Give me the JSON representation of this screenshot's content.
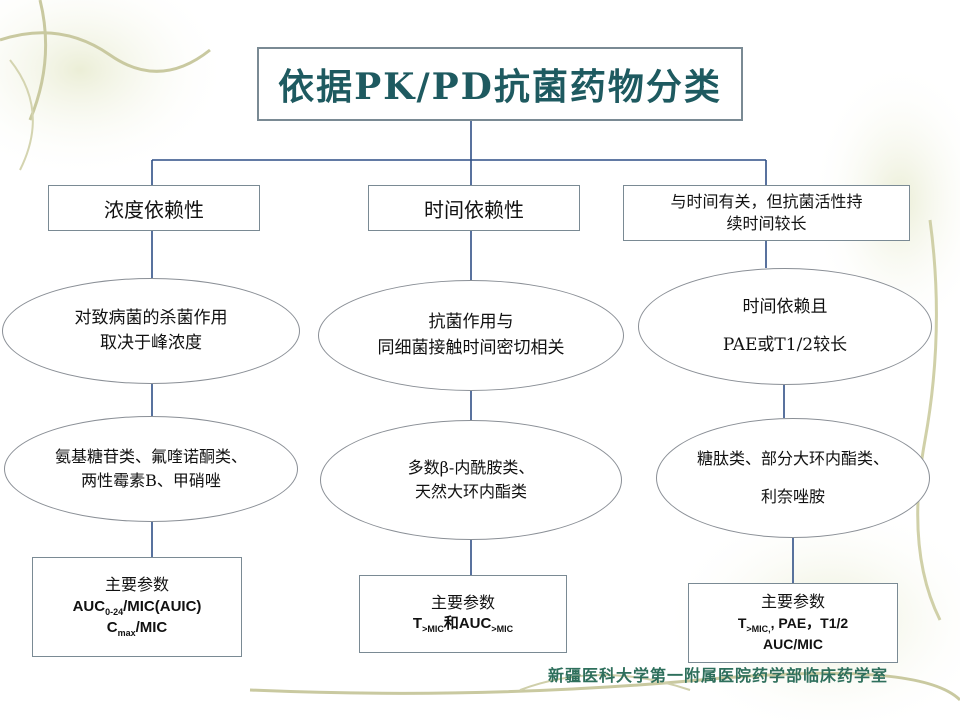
{
  "title": "依据PK/PD抗菌药物分类",
  "columns": [
    {
      "heading": [
        "浓度依赖性"
      ],
      "mechanism": [
        "对致病菌的杀菌作用",
        "取决于峰浓度"
      ],
      "drugs": [
        "氨基糖苷类、氟喹诺酮类、",
        "两性霉素B、甲硝唑"
      ],
      "params_label": "主要参数",
      "params": [
        {
          "pre": "AUC",
          "sub": "0-24",
          "post": "/MIC(AUIC)"
        },
        {
          "pre": "C",
          "sub": "max",
          "post": "/MIC"
        }
      ]
    },
    {
      "heading": [
        "时间依赖性"
      ],
      "mechanism": [
        "抗菌作用与",
        "同细菌接触时间密切相关"
      ],
      "drugs": [
        "多数β-内酰胺类、",
        "天然大环内酯类"
      ],
      "params_label": "主要参数",
      "params": [
        {
          "pre": "T",
          "sub": ">MIC",
          "mid": "和AUC",
          "sub2": ">MIC",
          "post": ""
        }
      ]
    },
    {
      "heading": [
        "与时间有关，但抗菌活性持",
        "续时间较长"
      ],
      "mechanism": [
        "时间依赖且",
        "PAE或T1/2较长"
      ],
      "drugs": [
        "糖肽类、部分大环内酯类、",
        "利奈唑胺"
      ],
      "params_label": "主要参数",
      "params": [
        {
          "pre": "T",
          "sub": ">MIC,",
          "post": ", PAE，T1/2"
        },
        {
          "pre": "AUC/MIC",
          "sub": "",
          "post": ""
        }
      ]
    }
  ],
  "footer": "新疆医科大学第一附属医院药学部临床药学室",
  "colors": {
    "title": "#1e5a60",
    "lines": "#2f4f86",
    "footer": "#2e6f5c"
  }
}
